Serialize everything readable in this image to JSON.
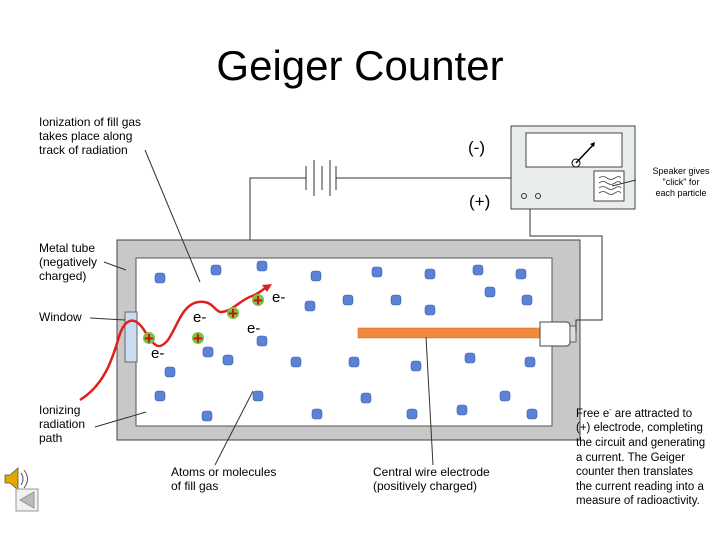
{
  "title": "Geiger Counter",
  "labels": {
    "ionization_track": [
      "Ionization of fill gas",
      "takes place along",
      "track of radiation"
    ],
    "metal_tube": [
      "Metal tube",
      "(negatively",
      "charged)"
    ],
    "window": "Window",
    "ionizing_path": [
      "Ionizing",
      "radiation",
      "path"
    ],
    "atoms": [
      "Atoms or molecules",
      "of fill gas"
    ],
    "central_wire": [
      "Central wire electrode",
      "(positively charged)"
    ],
    "speaker": [
      "Speaker gives",
      "\"click\" for",
      "each particle"
    ],
    "negative_terminal": "(-)",
    "positive_terminal": "(+)"
  },
  "free_electrons": {
    "line1_pre": "Free e",
    "line1_sup": "-",
    "line1_post": " are attracted to",
    "rest": [
      "(+) electrode, completing",
      "the circuit and generating",
      "a current.  The Geiger",
      "counter then translates",
      "the current reading into a",
      "measure of radioactivity."
    ]
  },
  "charges": {
    "plus": "+",
    "electron": "e-"
  },
  "colors": {
    "tube_fill": "#c8c8c8",
    "chamber_fill": "#ffffff",
    "atom": "#5b82d6",
    "wire": "#f28a3c",
    "window": "#c9dcf0",
    "plus_bg": "#7bc142",
    "radiation": "#e02020",
    "meter_fill": "#e8ecec"
  },
  "icons": [
    "speaker-sound-icon",
    "back-arrow-icon"
  ]
}
